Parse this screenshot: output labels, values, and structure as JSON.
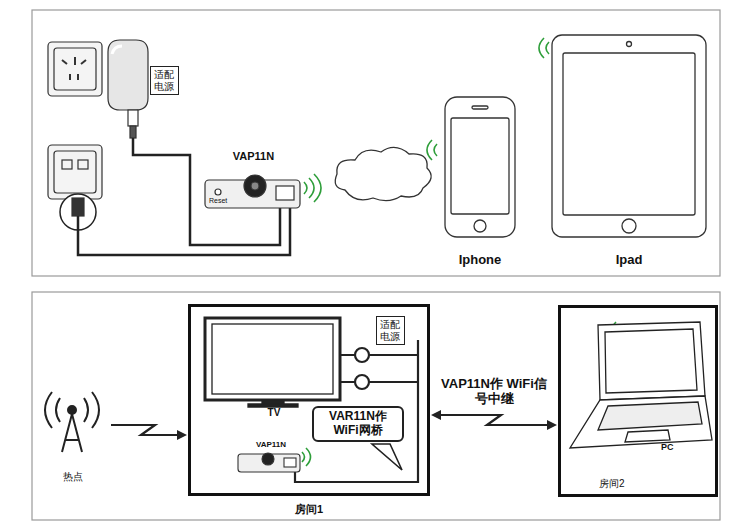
{
  "diagram": {
    "nodes": [
      {
        "text": [
          "适配电源"
        ]
      },
      {
        "text": [
          "VAP11N",
          "Reset"
        ]
      },
      {
        "text": [
          "Iphone"
        ]
      },
      {
        "text": [
          "Ipad"
        ]
      },
      {
        "text": [
          "房间1"
        ]
      },
      {
        "text": [
          "TV"
        ],
        "in": 4
      },
      {
        "text": [
          "适配电源"
        ],
        "in": 4
      },
      {
        "text": [
          "VAR11N作 WiFi网桥"
        ],
        "in": 4
      },
      {
        "text": [
          "VAP11N"
        ],
        "in": 4
      },
      {
        "text": [
          "热点"
        ]
      },
      {
        "text": [
          "房间2"
        ]
      },
      {
        "text": [
          "PC"
        ],
        "in": 10
      }
    ],
    "edges": [
      {
        "from": 9,
        "to": 4,
        "arrow": "to"
      },
      {
        "from": 4,
        "to": 10,
        "label": "VAP11N作 WiFi信号中继",
        "arrow": "both"
      }
    ]
  }
}
